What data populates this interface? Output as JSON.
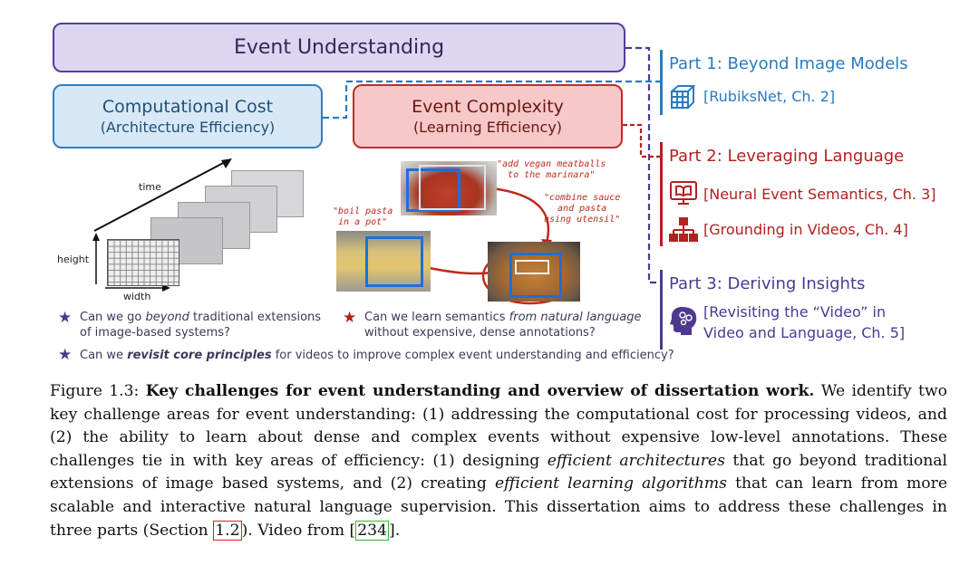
{
  "diagram": {
    "event_understanding": "Event Understanding",
    "computational_cost": {
      "title": "Computational Cost",
      "subtitle": "(Architecture Efficiency)"
    },
    "event_complexity": {
      "title": "Event Complexity",
      "subtitle": "(Learning Efficiency)"
    },
    "parts": [
      {
        "title": "Part 1: Beyond Image Models",
        "items": [
          "[RubiksNet, Ch. 2]"
        ]
      },
      {
        "title": "Part 2: Leveraging Language",
        "items": [
          "[Neural Event Semantics, Ch. 3]",
          "[Grounding in Videos, Ch. 4]"
        ]
      },
      {
        "title": "Part 3: Deriving Insights",
        "items": [
          "[Revisiting the “Video” in",
          "Video and Language, Ch. 5]"
        ]
      }
    ],
    "axes": {
      "time": "time",
      "height": "height",
      "width": "width"
    },
    "quotes": {
      "q1": [
        "\"add vegan meatballs",
        "to the marinara\""
      ],
      "q2": [
        "\"combine sauce",
        "and pasta",
        "using utensil\""
      ],
      "q3": [
        "\"boil pasta",
        "in a pot\""
      ]
    },
    "questions": {
      "q1": {
        "l1_a": "Can we go ",
        "l1_b": "beyond",
        "l1_c": " traditional extensions",
        "l2": "of image-based systems?"
      },
      "q2": {
        "l1_a": "Can we learn semantics ",
        "l1_b": "from natural language",
        "l2": "without expensive, dense annotations?"
      },
      "q3": {
        "a": "Can we ",
        "b": "revisit core principles",
        "c": " for videos to improve complex event understanding and efficiency?"
      }
    },
    "colors": {
      "blue": "#2a7bbf",
      "red": "#b3201f",
      "purple": "#4d3a8f"
    },
    "icons": [
      "cube-icon",
      "monitor-book-icon",
      "hierarchy-icon",
      "head-brain-icon",
      "star-icon"
    ]
  },
  "caption": {
    "figure_label": "Figure 1.3:",
    "bold_title": "Key challenges for event understanding and overview of dissertation work.",
    "s1": "We identify two key challenge areas for event understanding: (1) addressing the computational cost for processing videos, and (2) the ability to learn about dense and complex events without expensive low-level annotations. These challenges tie in with key areas of efficiency: (1) designing ",
    "em1": "efficient architectures",
    "s2": " that go beyond traditional extensions of image based systems, and (2) creating ",
    "em2": "efficient learning algorithms",
    "s3": " that can learn from more scalable and interactive natural language supervision. This dissertation aims to address these challenges in three parts (Section ",
    "ref_section": "1.2",
    "s4": "). Video from ",
    "ref_cite": "234",
    "s5": "]."
  }
}
